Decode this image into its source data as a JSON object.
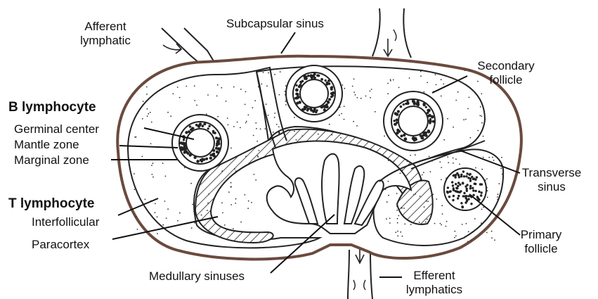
{
  "labels": {
    "afferent_lymphatic_line1": "Afferent",
    "afferent_lymphatic_line2": "lymphatic",
    "subcapsular_sinus": "Subcapsular sinus",
    "secondary_follicle_line1": "Secondary",
    "secondary_follicle_line2": "follicle",
    "b_lymphocyte": "B lymphocyte",
    "germinal_center": "Germinal center",
    "mantle_zone": "Mantle zone",
    "marginal_zone": "Marginal zone",
    "t_lymphocyte": "T lymphocyte",
    "interfollicular": "Interfollicular",
    "paracortex": "Paracortex",
    "transverse_sinus_line1": "Transverse",
    "transverse_sinus_line2": "sinus",
    "primary_follicle_line1": "Primary",
    "primary_follicle_line2": "follicle",
    "medullary_sinuses": "Medullary sinuses",
    "efferent_lymphatics_line1": "Efferent",
    "efferent_lymphatics_line2": "lymphatics"
  },
  "colors": {
    "capsule": "#6b4a3e",
    "ink": "#111111",
    "background": "#ffffff"
  }
}
